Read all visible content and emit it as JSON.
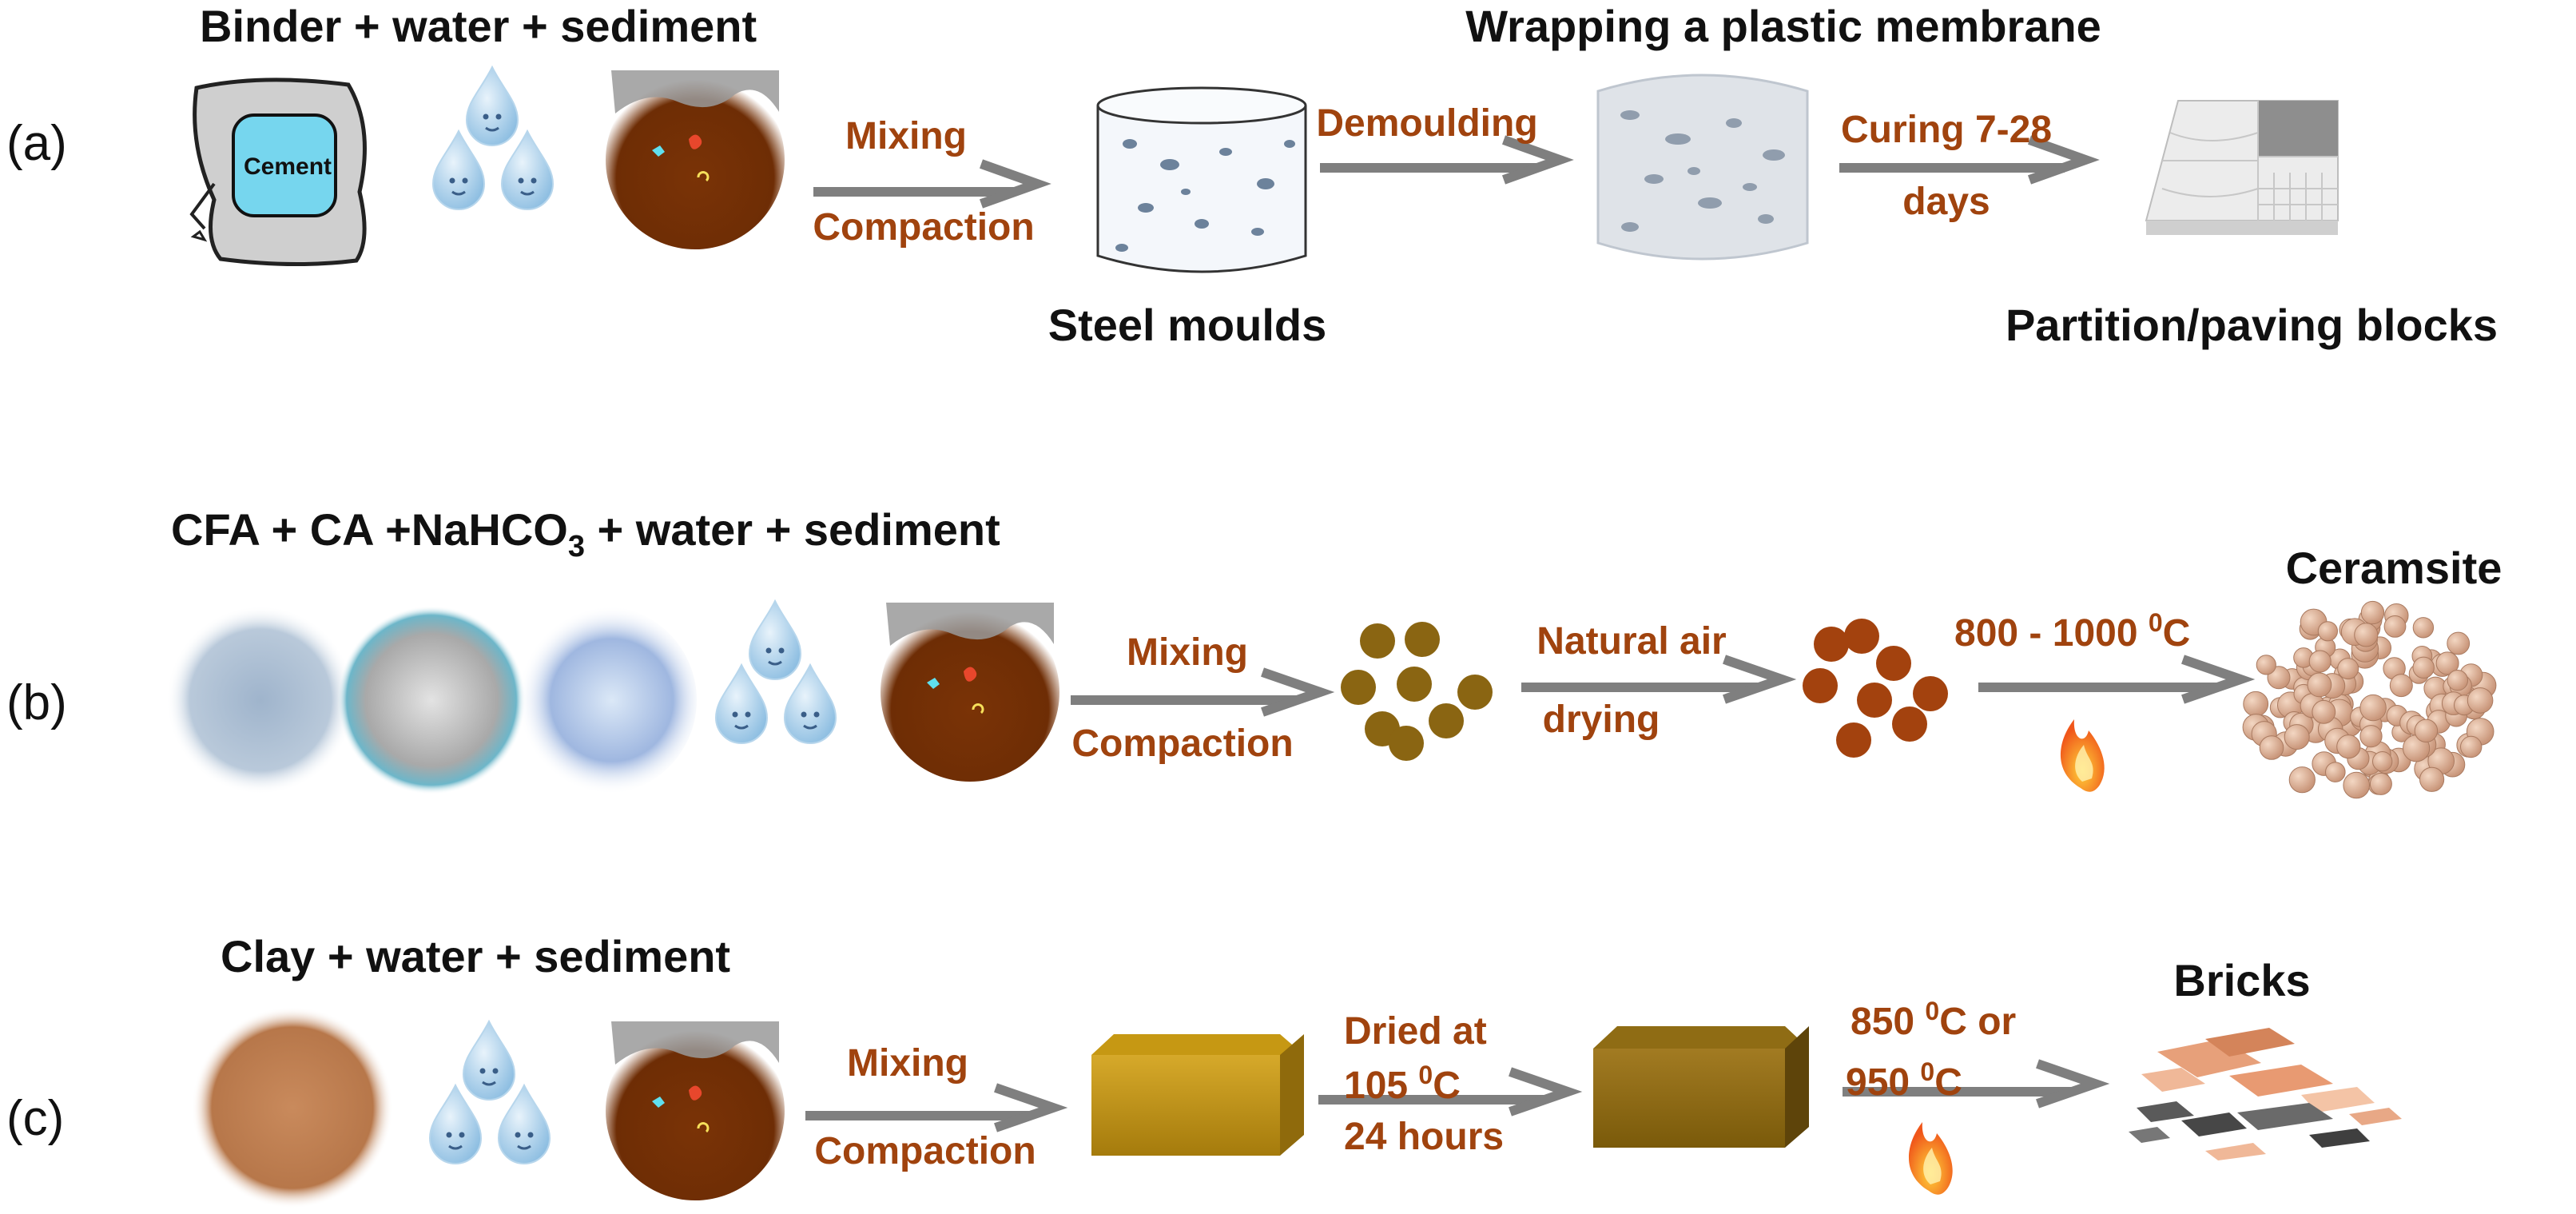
{
  "panels": [
    {
      "label": "(a)",
      "ingredients_title": "Binder + water + sediment",
      "cement_bag_label": "Cement",
      "steps": [
        {
          "line1": "Mixing",
          "line2": "Compaction"
        },
        {
          "line1": "Demoulding",
          "line2": ""
        },
        {
          "line1": "Curing 7-28",
          "line2": "days"
        }
      ],
      "captions": {
        "steel_moulds": "Steel moulds",
        "wrapping": "Wrapping a plastic membrane",
        "product": "Partition/paving blocks"
      }
    },
    {
      "label": "(b)",
      "ingredients_title_parts": {
        "before": "CFA + CA +NaHCO",
        "sub": "3",
        "after": " + water + sediment"
      },
      "steps": [
        {
          "line1": "Mixing",
          "line2": "Compaction"
        },
        {
          "line1": "Natural air",
          "line2": "drying"
        },
        {
          "line1": "800 - 1000 ",
          "sup": "0",
          "unit": "C"
        }
      ],
      "product": "Ceramsite"
    },
    {
      "label": "(c)",
      "ingredients_title": "Clay + water + sediment",
      "steps": [
        {
          "line1": "Mixing",
          "line2": "Compaction"
        },
        {
          "line1": "Dried at",
          "line2_pre": "105 ",
          "line2_sup": "0",
          "line2_post": "C",
          "line3": "24 hours"
        },
        {
          "line1_pre": "850 ",
          "line1_sup": "0",
          "line1_post": "C or",
          "line2_pre": "950 ",
          "line2_sup": "0",
          "line2_post": "C"
        }
      ],
      "product": "Bricks"
    }
  ],
  "colors": {
    "label_text": "#111111",
    "step_text": "#a0430e",
    "arrow": "#7f7f7f",
    "sediment": "#7a3306",
    "water_drop": "#a8cde8",
    "cement_bag": "#cfcfcf",
    "cement_label_bg": "#76d6ee",
    "mould_block": "#b8900f",
    "pellet_wet": "#8a6512",
    "pellet_dry": "#a3420e",
    "flame": "#f26b1a"
  },
  "icons": [
    "cement-bag-icon",
    "water-drops-icon",
    "sediment-icon",
    "steel-mould-icon",
    "wrapped-sample-icon",
    "paving-block-icon",
    "powder-icon",
    "pellets-icon",
    "flame-icon",
    "ceramsite-icon",
    "clay-icon",
    "brick-block-icon",
    "bricks-icon"
  ]
}
